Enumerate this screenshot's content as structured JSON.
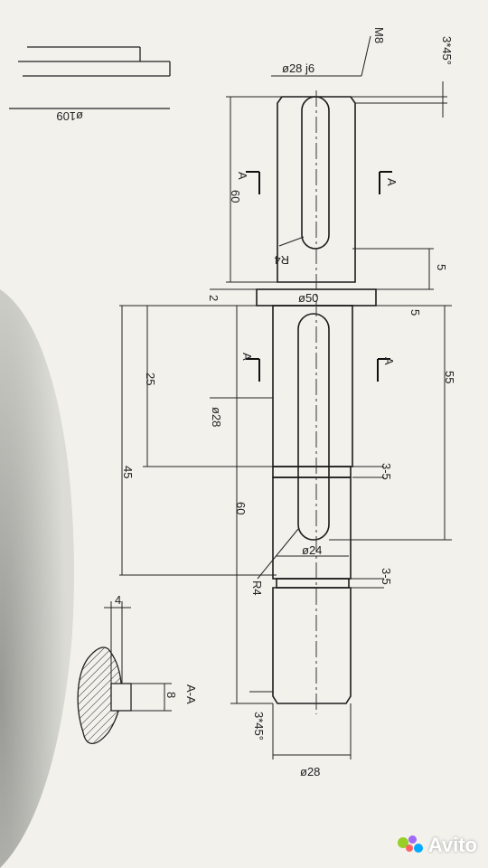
{
  "labels": {
    "m8": "M8",
    "chamfer_top": "3*45°",
    "d28_j6": "ø28 j6",
    "d109": "ø109",
    "a1": "A",
    "a2": "A",
    "a3": "A",
    "a4": "A",
    "len60_top": "60",
    "r4_top": "R4",
    "len5_a": "5",
    "len5_b": "5",
    "len2": "2",
    "d50": "ø50",
    "len25": "25",
    "len55": "55",
    "d28_mid": "ø28",
    "len45": "45",
    "len3_5_a": "3-5",
    "len60_mid": "60",
    "d24": "ø24",
    "r4_bottom": "R4",
    "len3_5_b": "3-5",
    "len4": "4",
    "len8": "8",
    "section_aa": "A-A",
    "chamfer_bottom": "3*45°",
    "d28_bottom": "ø28"
  },
  "watermark": {
    "text": "Avito"
  },
  "colors": {
    "paper": "#f2f1ec",
    "ink": "#1c1c1c",
    "shadow": "#9fa09b"
  }
}
